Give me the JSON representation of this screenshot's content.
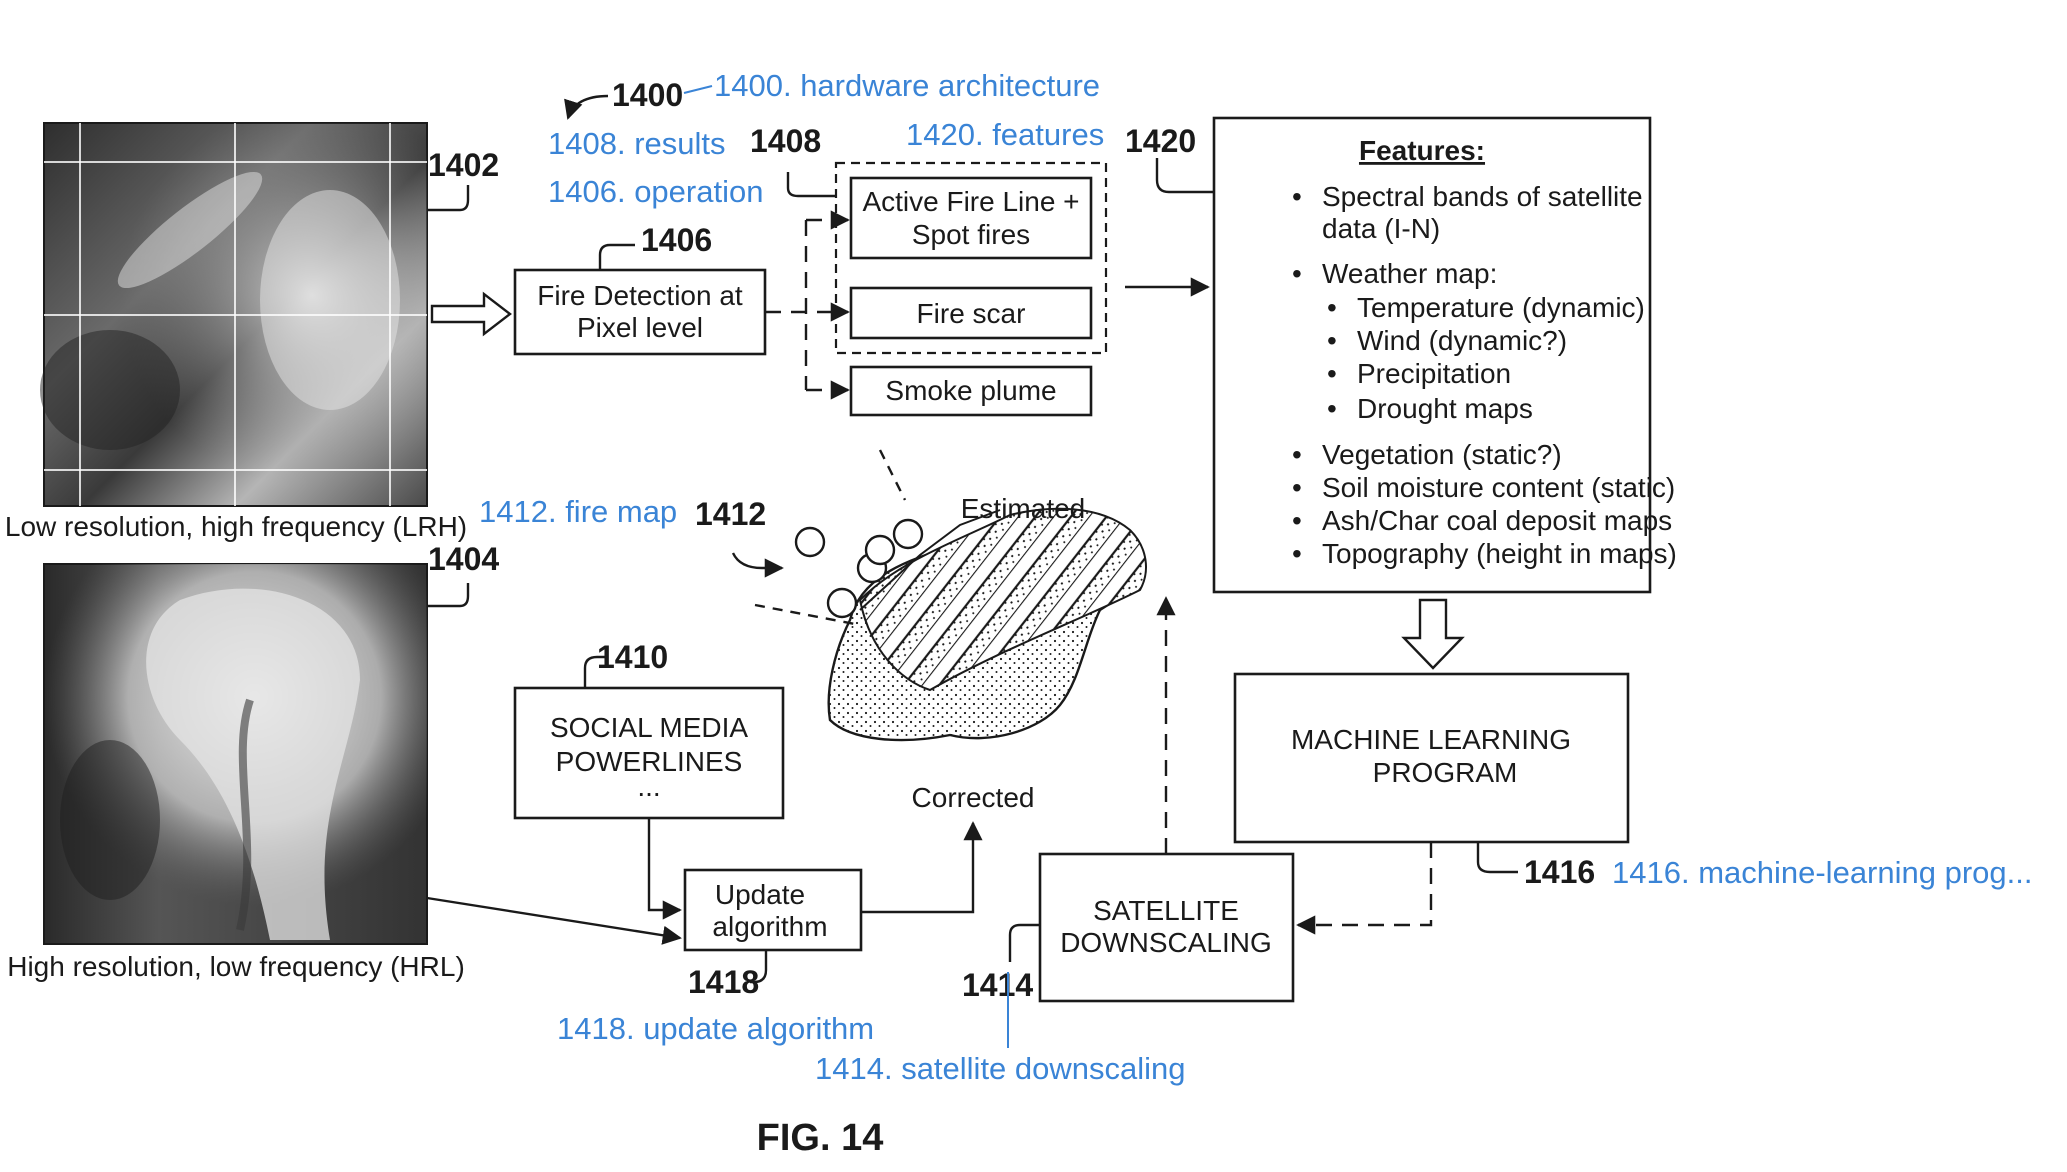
{
  "figure_label": "FIG. 14",
  "reference_numerals": {
    "r1400": "1400",
    "r1402": "1402",
    "r1404": "1404",
    "r1406": "1406",
    "r1408": "1408",
    "r1410": "1410",
    "r1412": "1412",
    "r1414": "1414",
    "r1416": "1416",
    "r1418": "1418",
    "r1420": "1420"
  },
  "annotations": {
    "a1400": "1400. hardware architecture",
    "a1408": "1408. results",
    "a1406": "1406. operation",
    "a1420": "1420. features",
    "a1412": "1412. fire map",
    "a1416": "1416. machine-learning prog...",
    "a1418": "1418. update algorithm",
    "a1414": "1414. satellite downscaling"
  },
  "images": {
    "lrh_caption": "Low resolution, high frequency (LRH)",
    "hrl_caption": "High resolution, low frequency (HRL)"
  },
  "boxes": {
    "fire_detection": [
      "Fire Detection at",
      "Pixel level"
    ],
    "active_fire": [
      "Active Fire Line +",
      "Spot fires"
    ],
    "fire_scar": "Fire scar",
    "smoke_plume": "Smoke plume",
    "social_media": [
      "SOCIAL MEDIA",
      "POWERLINES",
      "..."
    ],
    "update_algorithm": [
      "Update",
      "algorithm"
    ],
    "machine_learning": [
      "MACHINE LEARNING",
      "PROGRAM"
    ],
    "satellite_downscaling": [
      "SATELLITE",
      "DOWNSCALING"
    ]
  },
  "features": {
    "heading": "Features:",
    "items": [
      "Spectral bands of satellite",
      "data (I-N)",
      "Weather map:",
      "Temperature (dynamic)",
      "Wind (dynamic?)",
      "Precipitation",
      "Drought maps",
      "Vegetation (static?)",
      "Soil moisture content (static)",
      "Ash/Char coal deposit maps",
      "Topography (height in maps)"
    ]
  },
  "fire_map": {
    "estimated_label": "Estimated",
    "corrected_label": "Corrected"
  }
}
